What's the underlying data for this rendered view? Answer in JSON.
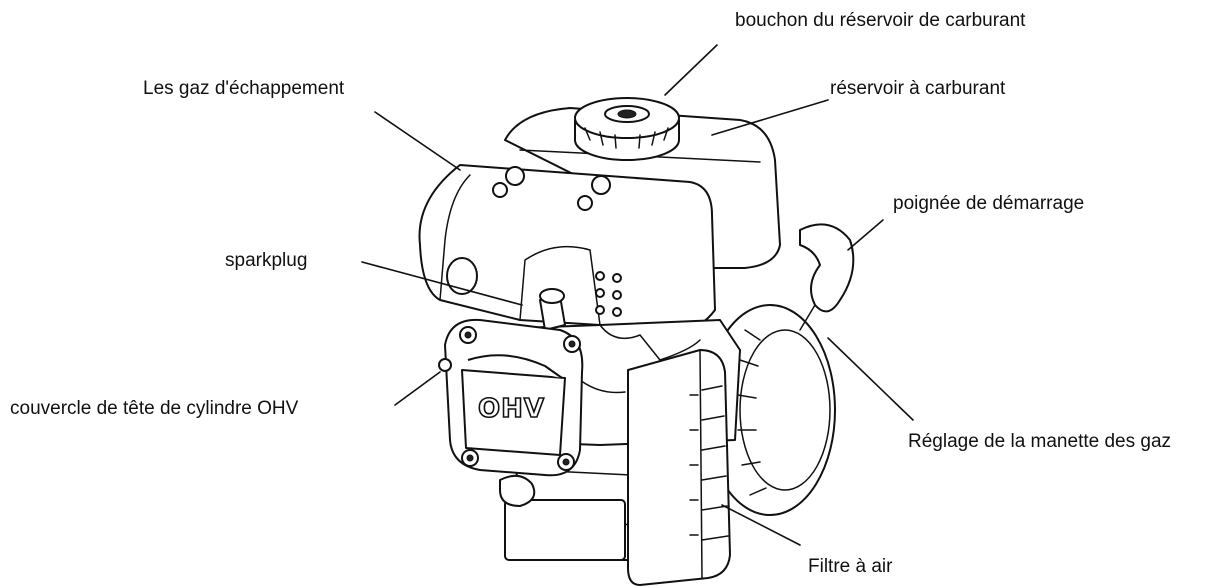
{
  "labels": {
    "fuel_cap": "bouchon du réservoir de carburant",
    "exhaust": "Les gaz d'échappement",
    "fuel_tank": "réservoir à carburant",
    "start_handle": "poignée de démarrage",
    "sparkplug": "sparkplug",
    "cylinder_cover": "couvercle de tête de cylindre OHV",
    "throttle": "Réglage de la manette des gaz",
    "air_filter": "Filtre à air"
  },
  "engraving": {
    "ohv": "OHV"
  },
  "colors": {
    "ink": "#111111",
    "background": "#ffffff"
  }
}
